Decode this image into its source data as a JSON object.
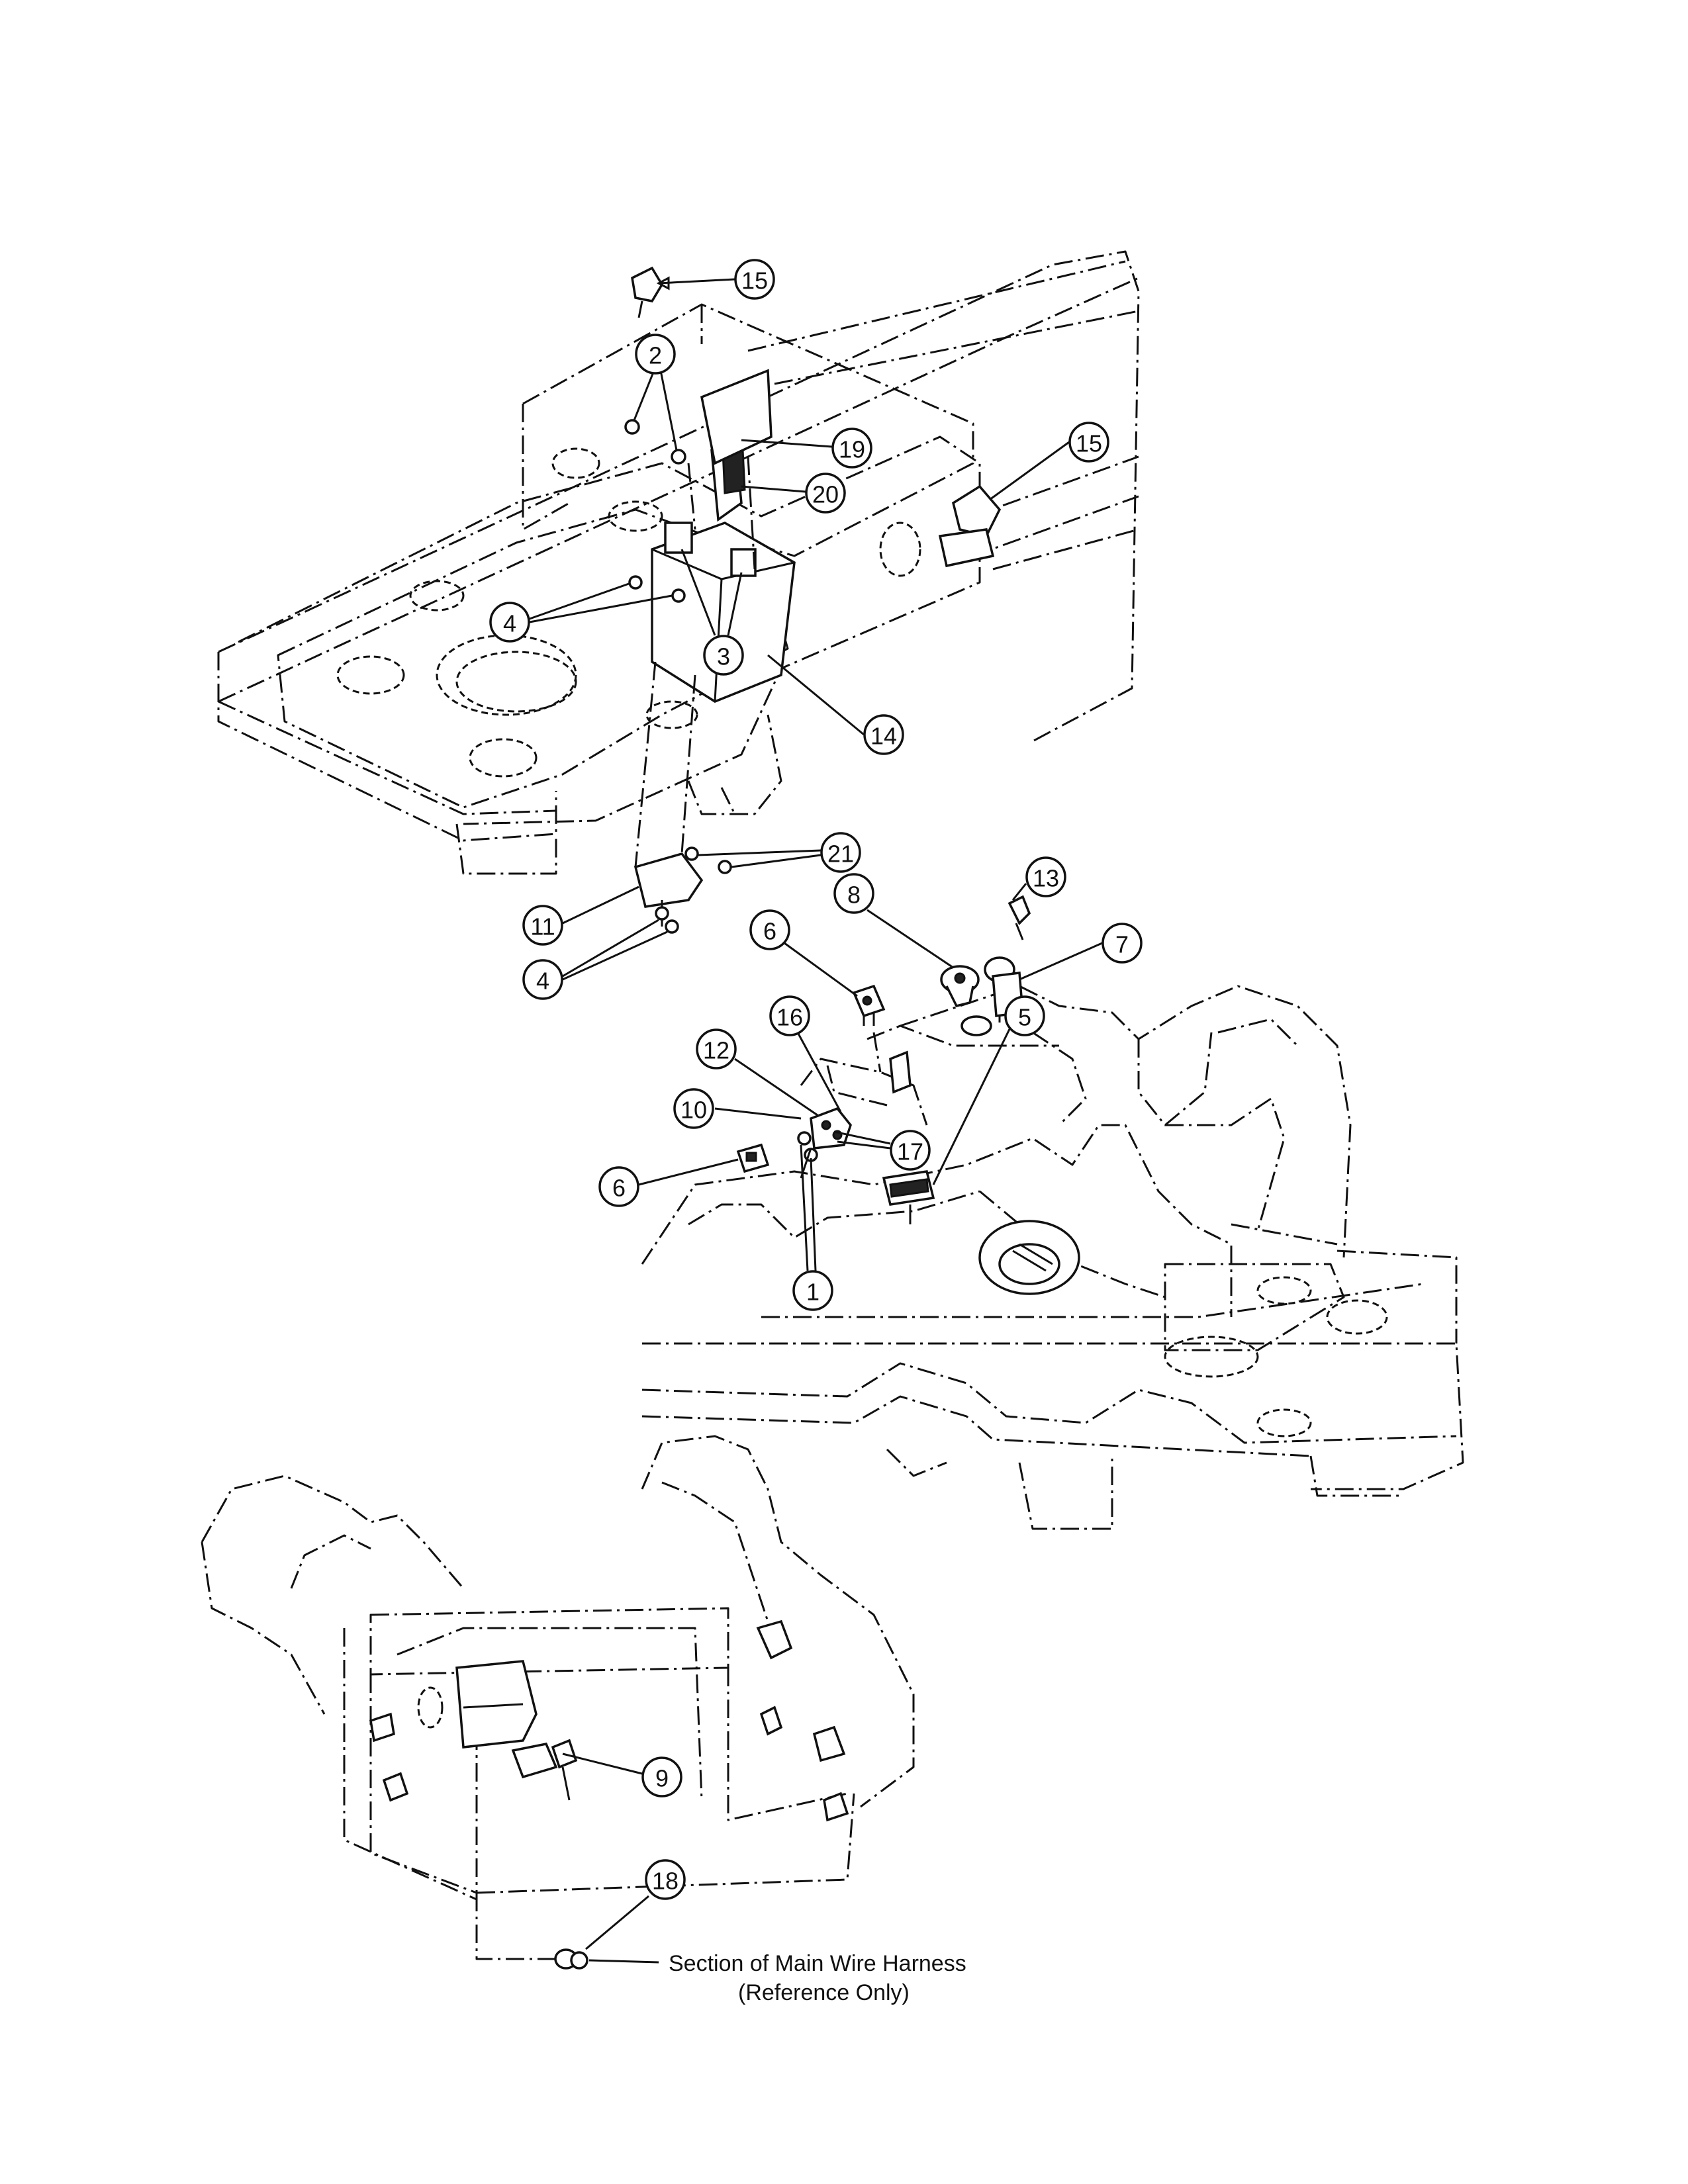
{
  "diagram": {
    "callouts": [
      {
        "id": "c15a",
        "label": "15"
      },
      {
        "id": "c2",
        "label": "2"
      },
      {
        "id": "c19",
        "label": "19"
      },
      {
        "id": "c15b",
        "label": "15"
      },
      {
        "id": "c20",
        "label": "20"
      },
      {
        "id": "c4a",
        "label": "4"
      },
      {
        "id": "c3",
        "label": "3"
      },
      {
        "id": "c14",
        "label": "14"
      },
      {
        "id": "c21",
        "label": "21"
      },
      {
        "id": "c11",
        "label": "11"
      },
      {
        "id": "c4b",
        "label": "4"
      },
      {
        "id": "c13",
        "label": "13"
      },
      {
        "id": "c8",
        "label": "8"
      },
      {
        "id": "c7",
        "label": "7"
      },
      {
        "id": "c6a",
        "label": "6"
      },
      {
        "id": "c16",
        "label": "16"
      },
      {
        "id": "c12",
        "label": "12"
      },
      {
        "id": "c5",
        "label": "5"
      },
      {
        "id": "c10",
        "label": "10"
      },
      {
        "id": "c17",
        "label": "17"
      },
      {
        "id": "c6b",
        "label": "6"
      },
      {
        "id": "c1",
        "label": "1"
      },
      {
        "id": "c9",
        "label": "9"
      },
      {
        "id": "c18",
        "label": "18"
      }
    ],
    "caption": {
      "line1": "Section of Main Wire Harness",
      "line2": "(Reference Only)"
    }
  }
}
